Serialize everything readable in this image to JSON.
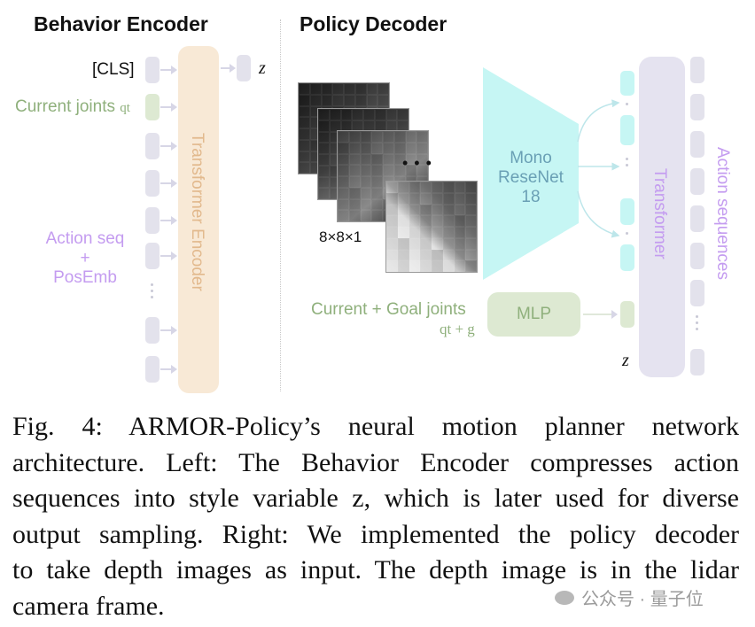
{
  "behavior_encoder": {
    "title": "Behavior Encoder",
    "cls_label": "[CLS]",
    "current_joints_label": "Current joints",
    "current_joints_sub": "qt",
    "action_seq_label_1": "Action seq",
    "action_seq_label_2": "+",
    "action_seq_label_3": "PosEmb",
    "transformer_label": "Transformer Encoder",
    "output_label": "z"
  },
  "policy_decoder": {
    "title": "Policy Decoder",
    "depth_size_label": "8×8×1",
    "ellipsis": "• • •",
    "resnet_label_1": "Mono",
    "resnet_label_2": "ReseNet",
    "resnet_label_3": "18",
    "joints_label": "Current + Goal joints",
    "joints_sub": "qt + g",
    "mlp_label": "MLP",
    "z_label": "z",
    "transformer_label": "Transformer",
    "output_label": "Action sequences"
  },
  "caption": {
    "line1": "Fig. 4: ARMOR-Policy’s neural motion planner network",
    "line2": "architecture. Left: The Behavior Encoder compresses action",
    "line3": "sequences into style variable z, which is later used for diverse",
    "line4": "output sampling. Right: We implemented the policy decoder",
    "line5": "to take depth images as input. The depth image is in the lidar",
    "line6": "camera frame."
  },
  "watermark": "公众号 · 量子位",
  "colors": {
    "encoder_block": "#f8e9d6",
    "transformer_block": "#e5e3f0",
    "resnet": "#c6f6f4",
    "mlp": "#dde9d2",
    "green_text": "#8fb07c",
    "purple_text": "#c49cf0"
  }
}
